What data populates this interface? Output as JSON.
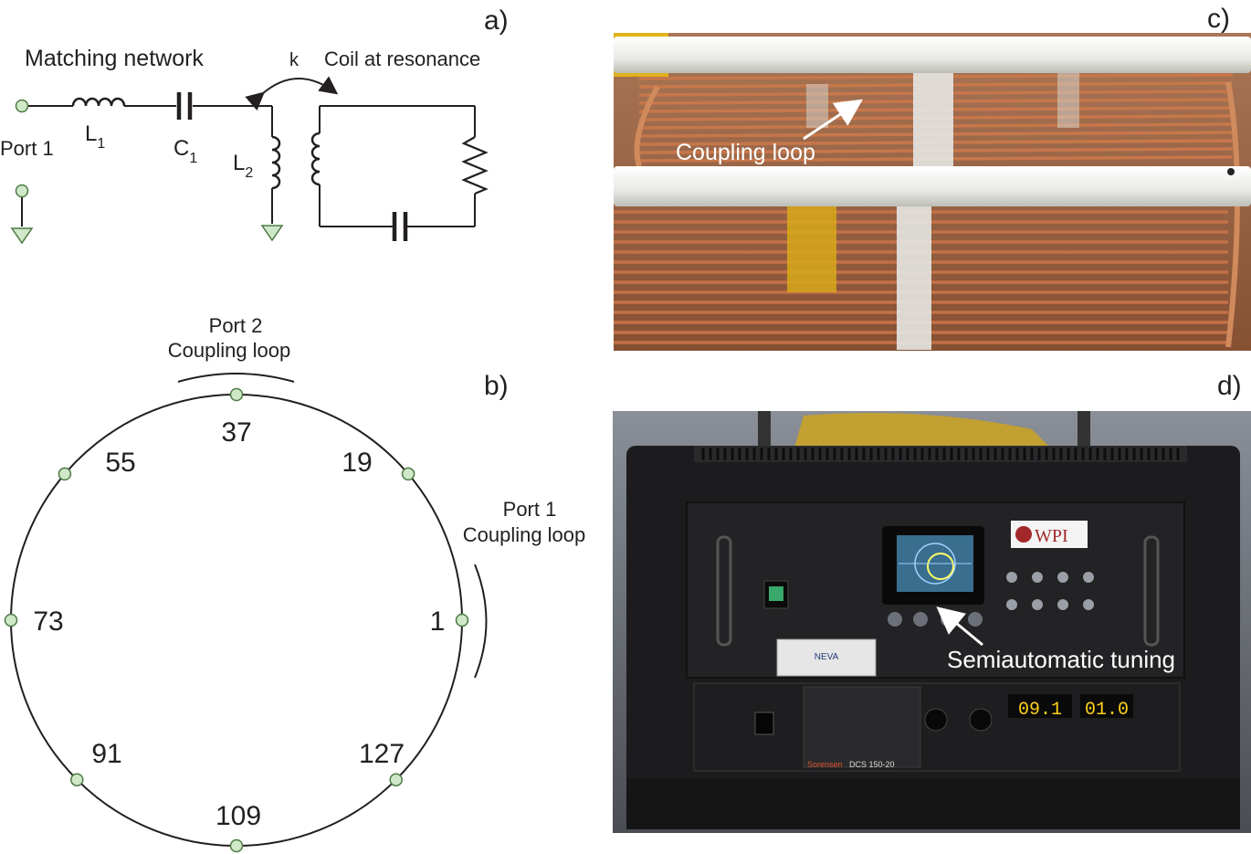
{
  "panel_a": {
    "tag": "a)",
    "title_network": "Matching network",
    "title_coil": "Coil at resonance",
    "k": "k",
    "port": "Port 1",
    "L1": "L",
    "L1_sub": "1",
    "C1": "C",
    "C1_sub": "1",
    "L2": "L",
    "L2_sub": "2"
  },
  "panel_b": {
    "tag": "b)",
    "port2_line1": "Port 2",
    "port2_line2": "Coupling loop",
    "port1_line1": "Port 1",
    "port1_line2": "Coupling loop",
    "rungs": [
      "37",
      "19",
      "1",
      "127",
      "109",
      "91",
      "73",
      "55"
    ]
  },
  "panel_c": {
    "tag": "c)",
    "annotation": "Coupling loop"
  },
  "panel_d": {
    "tag": "d)",
    "annotation": "Semiautomatic tuning",
    "logo": "WPI",
    "tuner_label": "NEVA",
    "display_volts": "09.1",
    "display_amps": "01.0",
    "brand": "Sorensen",
    "model": "DCS 150-20"
  },
  "colors": {
    "node_fill": "#cfe8c8",
    "node_stroke": "#4d7a45",
    "line": "#231f20",
    "copper": "#b86a3e"
  }
}
